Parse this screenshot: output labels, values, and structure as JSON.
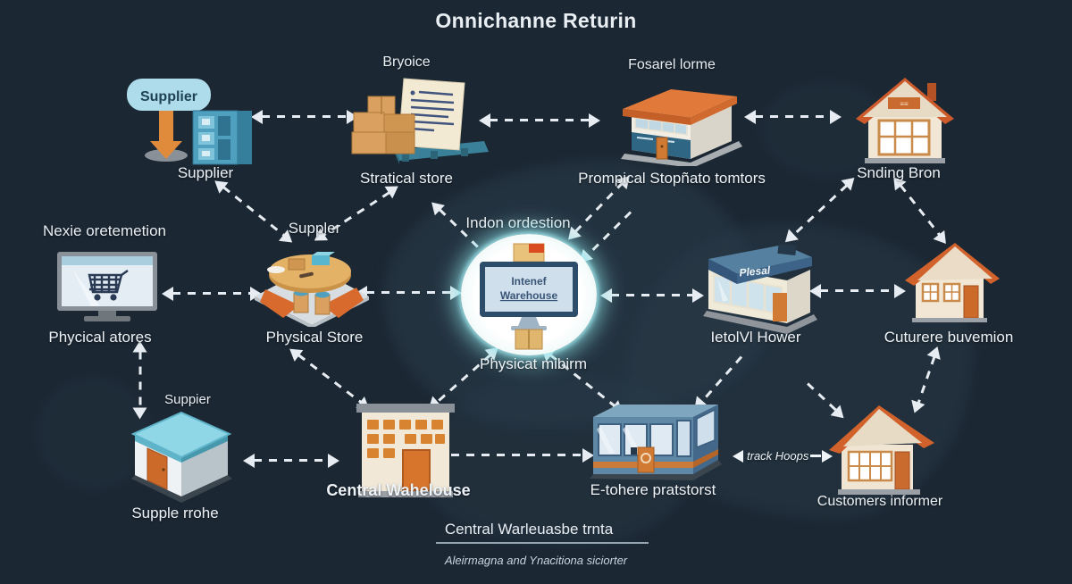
{
  "title": "Onnichanne Returin",
  "colors": {
    "background": "#1b2733",
    "map": "#2a3b49",
    "arrow": "#e6ecf1",
    "accent_orange": "#d2622b",
    "accent_blue": "#4f9fbe",
    "cream": "#f2ead9"
  },
  "nodes": {
    "supplier_top": {
      "sign": "Supplier",
      "label": "Supplier"
    },
    "invoice_pallet": {
      "heading": "Bryoice",
      "label": "Stratical store"
    },
    "retail_store": {
      "heading": "Fosarel lorme",
      "label": "Prompical Stopñato tomtors"
    },
    "home_top": {
      "label": "Snding Bron"
    },
    "online_monitor": {
      "heading": "Nexie oretemetion",
      "label": "Phycical atores"
    },
    "market_island": {
      "heading": "Suppler",
      "label": "Physical Store"
    },
    "central_hub": {
      "heading": "Indon ordestion",
      "screen_line1": "Intenef",
      "screen_line2": "Warehouse",
      "label": "Physicat mibirm"
    },
    "plesal_store": {
      "sign": "Plesal",
      "label": "IetolVl Hower"
    },
    "home_right": {
      "label": "Cuturere buvemion"
    },
    "supplier_shed": {
      "heading": "Suppier",
      "label": "Supple rrohe"
    },
    "central_warehouse": {
      "label": "Central Wahelouse"
    },
    "ecommerce_store": {
      "label": "E-tohere pratstorst"
    },
    "track_hoops": {
      "label": "track Hoops"
    },
    "home_bottom": {
      "label": "Customers informer"
    }
  },
  "footer": {
    "title": "Central Warleuasbe trnta",
    "subtitle": "Aleirmagna and Ynacitiona siciorter"
  }
}
